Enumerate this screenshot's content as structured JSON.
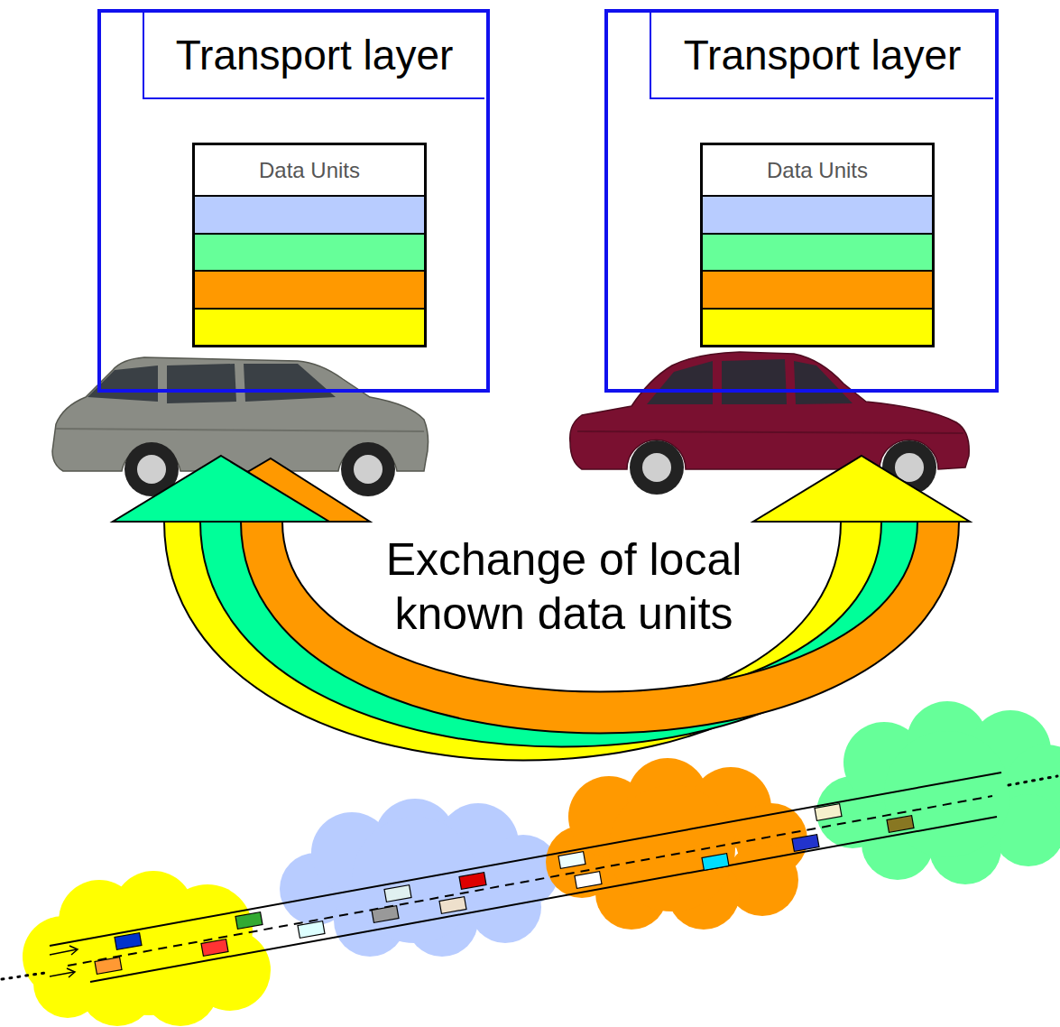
{
  "diagram": {
    "nodes": [
      {
        "text": [
          "Transport layer"
        ]
      },
      {
        "text": [
          "Data Units"
        ],
        "in": 0
      },
      {
        "text": [
          "Transport layer"
        ]
      },
      {
        "text": [
          "Data Units"
        ],
        "in": 2
      }
    ],
    "labels": [
      "Exchange of local known data units"
    ]
  }
}
